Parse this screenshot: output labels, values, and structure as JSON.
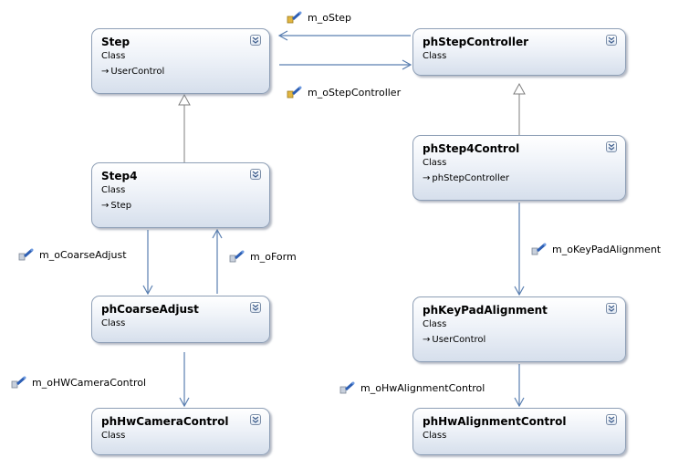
{
  "colors": {
    "connector": "#5a7fb0",
    "inheritance": "#7f7f7f",
    "box_border": "#8e9fb6"
  },
  "classes": [
    {
      "id": "step",
      "name": "Step",
      "kind": "Class",
      "base": "UserControl"
    },
    {
      "id": "ph-step-controller",
      "name": "phStepController",
      "kind": "Class",
      "base": ""
    },
    {
      "id": "step4",
      "name": "Step4",
      "kind": "Class",
      "base": "Step"
    },
    {
      "id": "ph-step4-control",
      "name": "phStep4Control",
      "kind": "Class",
      "base": "phStepController"
    },
    {
      "id": "ph-coarse-adjust",
      "name": "phCoarseAdjust",
      "kind": "Class",
      "base": ""
    },
    {
      "id": "ph-keypad-alignment",
      "name": "phKeyPadAlignment",
      "kind": "Class",
      "base": "UserControl"
    },
    {
      "id": "ph-hw-camera-control",
      "name": "phHwCameraControl",
      "kind": "Class",
      "base": ""
    },
    {
      "id": "ph-hw-alignment-control",
      "name": "phHwAlignmentControl",
      "kind": "Class",
      "base": ""
    }
  ],
  "associations": [
    {
      "label": "m_oStep",
      "from": "phStepController",
      "to": "Step",
      "icon": "field-icon"
    },
    {
      "label": "m_oStepController",
      "from": "Step",
      "to": "phStepController",
      "icon": "field-icon"
    },
    {
      "label": "m_oCoarseAdjust",
      "from": "Step4",
      "to": "phCoarseAdjust",
      "icon": "field-icon"
    },
    {
      "label": "m_oForm",
      "from": "phCoarseAdjust",
      "to": "Step4",
      "icon": "field-icon"
    },
    {
      "label": "m_oKeyPadAlignment",
      "from": "phStep4Control",
      "to": "phKeyPadAlignment",
      "icon": "field-icon"
    },
    {
      "label": "m_oHWCameraControl",
      "from": "phCoarseAdjust",
      "to": "phHwCameraControl",
      "icon": "field-icon"
    },
    {
      "label": "m_oHwAlignmentControl",
      "from": "phKeyPadAlignment",
      "to": "phHwAlignmentControl",
      "icon": "field-icon"
    }
  ],
  "inheritance": [
    {
      "child": "Step4",
      "parent": "Step"
    },
    {
      "child": "phStep4Control",
      "parent": "phStepController"
    }
  ]
}
